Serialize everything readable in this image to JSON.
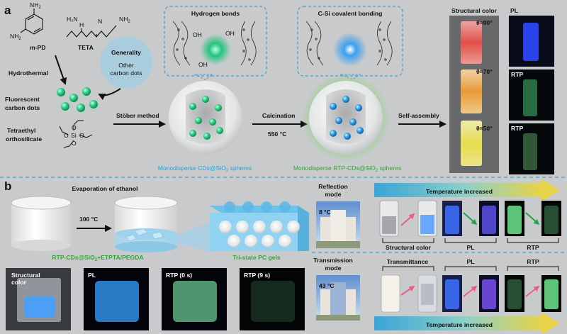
{
  "panel_a": {
    "label": "a",
    "m_pd": "m-PD",
    "teta": "TETA",
    "nh2": "NH",
    "nh2_sub": "2",
    "hydrothermal": "Hydrothermal",
    "generality_title": "Generality",
    "generality_line1": "Other",
    "generality_line2": "carbon dots",
    "fluorescent_line1": "Fluorescent",
    "fluorescent_line2": "carbon dots",
    "teos_line1": "Tetraethyl",
    "teos_line2": "orthosilicate",
    "stober": "Stöber method",
    "hydrogen_bonds": "Hydrogen bonds",
    "csi_bonding": "C-Si covalent bonding",
    "calcination": "Calcination",
    "temp_550": "550 °C",
    "self_assembly": "Self-assembly",
    "sphere1_caption_a": "Monodisperse CDs@SiO",
    "sphere1_caption_sub": "2",
    "sphere1_caption_b": " spheres",
    "sphere2_caption_a": "Monodisperse RTP-CDs@SiO",
    "sphere2_caption_sub": "2",
    "sphere2_caption_b": " spheres",
    "structural_color": "Structural color",
    "pl": "PL",
    "rtp": "RTP",
    "theta_90": "θ=90°",
    "theta_70": "θ=70°",
    "theta_50": "θ=50°"
  },
  "panel_b": {
    "label": "b",
    "evaporation": "Evaporation of ethanol",
    "temp_100": "100 °C",
    "mix_a": "RTP-CDs@SiO",
    "mix_sub": "2",
    "mix_b": "+ETPTA/PEGDA",
    "gels": "Tri-state PC gels",
    "structural_color_line1": "Structural",
    "structural_color_line2": "color",
    "pl": "PL",
    "rtp_0": "RTP (0 s)",
    "rtp_9": "RTP (9 s)",
    "reflection_line1": "Reflection",
    "reflection_line2": "mode",
    "temp_8": "8 °C",
    "temp_increased_top": "Temperature increased",
    "structural_color": "Structural color",
    "pl_label": "PL",
    "rtp_label": "RTP",
    "transmission_line1": "Transmission",
    "transmission_line2": "mode",
    "temp_43": "43 °C",
    "transmittance": "Transmittance",
    "pl_label2": "PL",
    "rtp_label2": "RTP",
    "temp_increased_bottom": "Temperature increased"
  },
  "colors": {
    "background": "#c9cacc",
    "cyan_text": "#1aa6e0",
    "green_text": "#2ea82e",
    "carbon_dot_green": "#2fd38a",
    "carbon_dot_blue": "#2d9ee8",
    "dashed_frame": "#3aa0d8"
  }
}
